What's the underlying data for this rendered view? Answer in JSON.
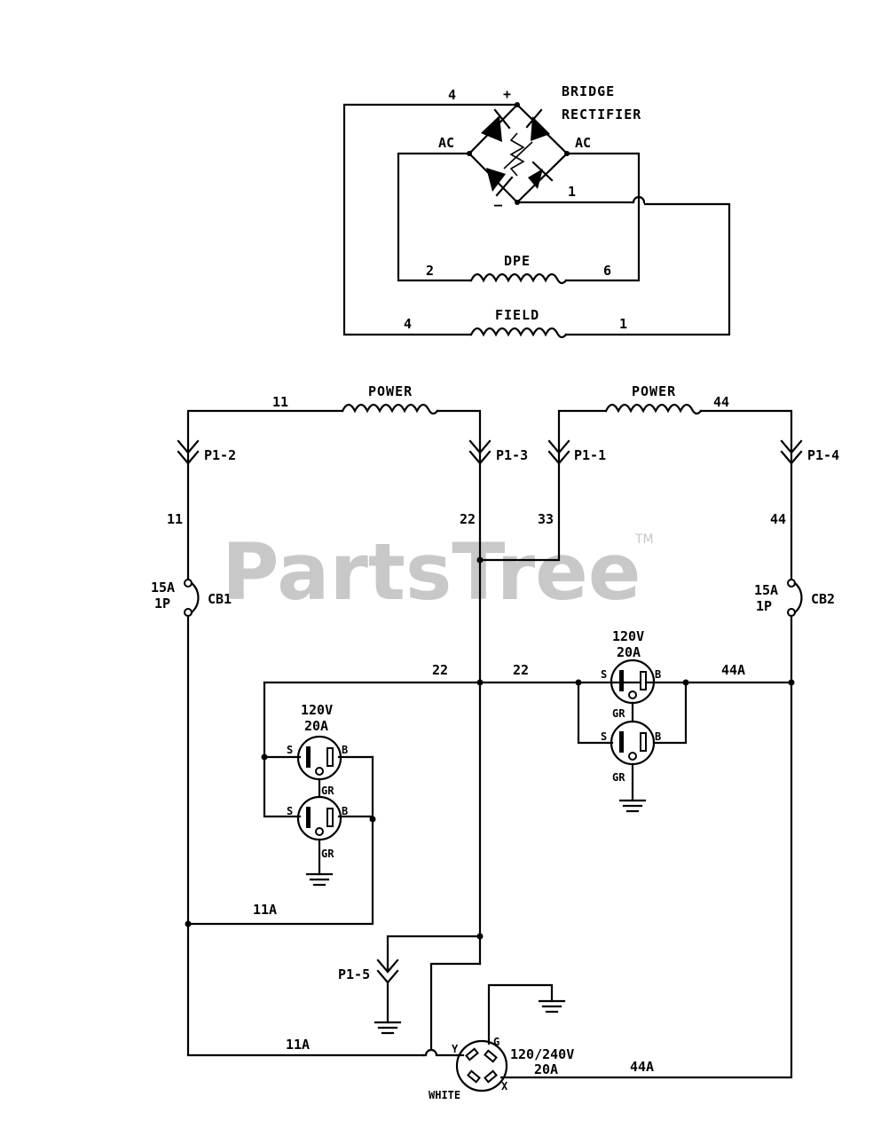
{
  "watermark": {
    "text": "PartsTree",
    "tm": "TM"
  },
  "rectifier": {
    "title_line1": "BRIDGE",
    "title_line2": "RECTIFIER",
    "plus": "+",
    "minus": "–",
    "ac_left": "AC",
    "ac_right": "AC",
    "wire_top": "4",
    "wire_minus": "1"
  },
  "dpe": {
    "name": "DPE",
    "left_wire": "2",
    "right_wire": "6"
  },
  "field": {
    "name": "FIELD",
    "left_wire": "4",
    "right_wire": "1"
  },
  "power_left": {
    "name": "POWER",
    "wire": "11"
  },
  "power_right": {
    "name": "POWER",
    "wire": "44"
  },
  "connectors": {
    "p1_2": "P1-2",
    "p1_3": "P1-3",
    "p1_1": "P1-1",
    "p1_4": "P1-4",
    "p1_5": "P1-5"
  },
  "wires": {
    "w11": "11",
    "w22_vert": "22",
    "w33": "33",
    "w44": "44",
    "w22_left": "22",
    "w22_right": "22",
    "w44a_top": "44A",
    "w11a_mid": "11A",
    "w11a_bottom": "11A",
    "w44a_bottom": "44A"
  },
  "breakers": {
    "cb1": {
      "rating": "15A",
      "poles": "1P",
      "name": "CB1"
    },
    "cb2": {
      "rating": "15A",
      "poles": "1P",
      "name": "CB2"
    }
  },
  "outlet_left": {
    "volts": "120V",
    "amps": "20A",
    "s": "S",
    "b": "B",
    "gr": "GR"
  },
  "outlet_right": {
    "volts": "120V",
    "amps": "20A",
    "s": "S",
    "b": "B",
    "gr": "GR"
  },
  "twist_lock": {
    "volts": "120/240V",
    "amps": "20A",
    "y": "Y",
    "g": "G",
    "x": "X",
    "white": "WHITE"
  }
}
